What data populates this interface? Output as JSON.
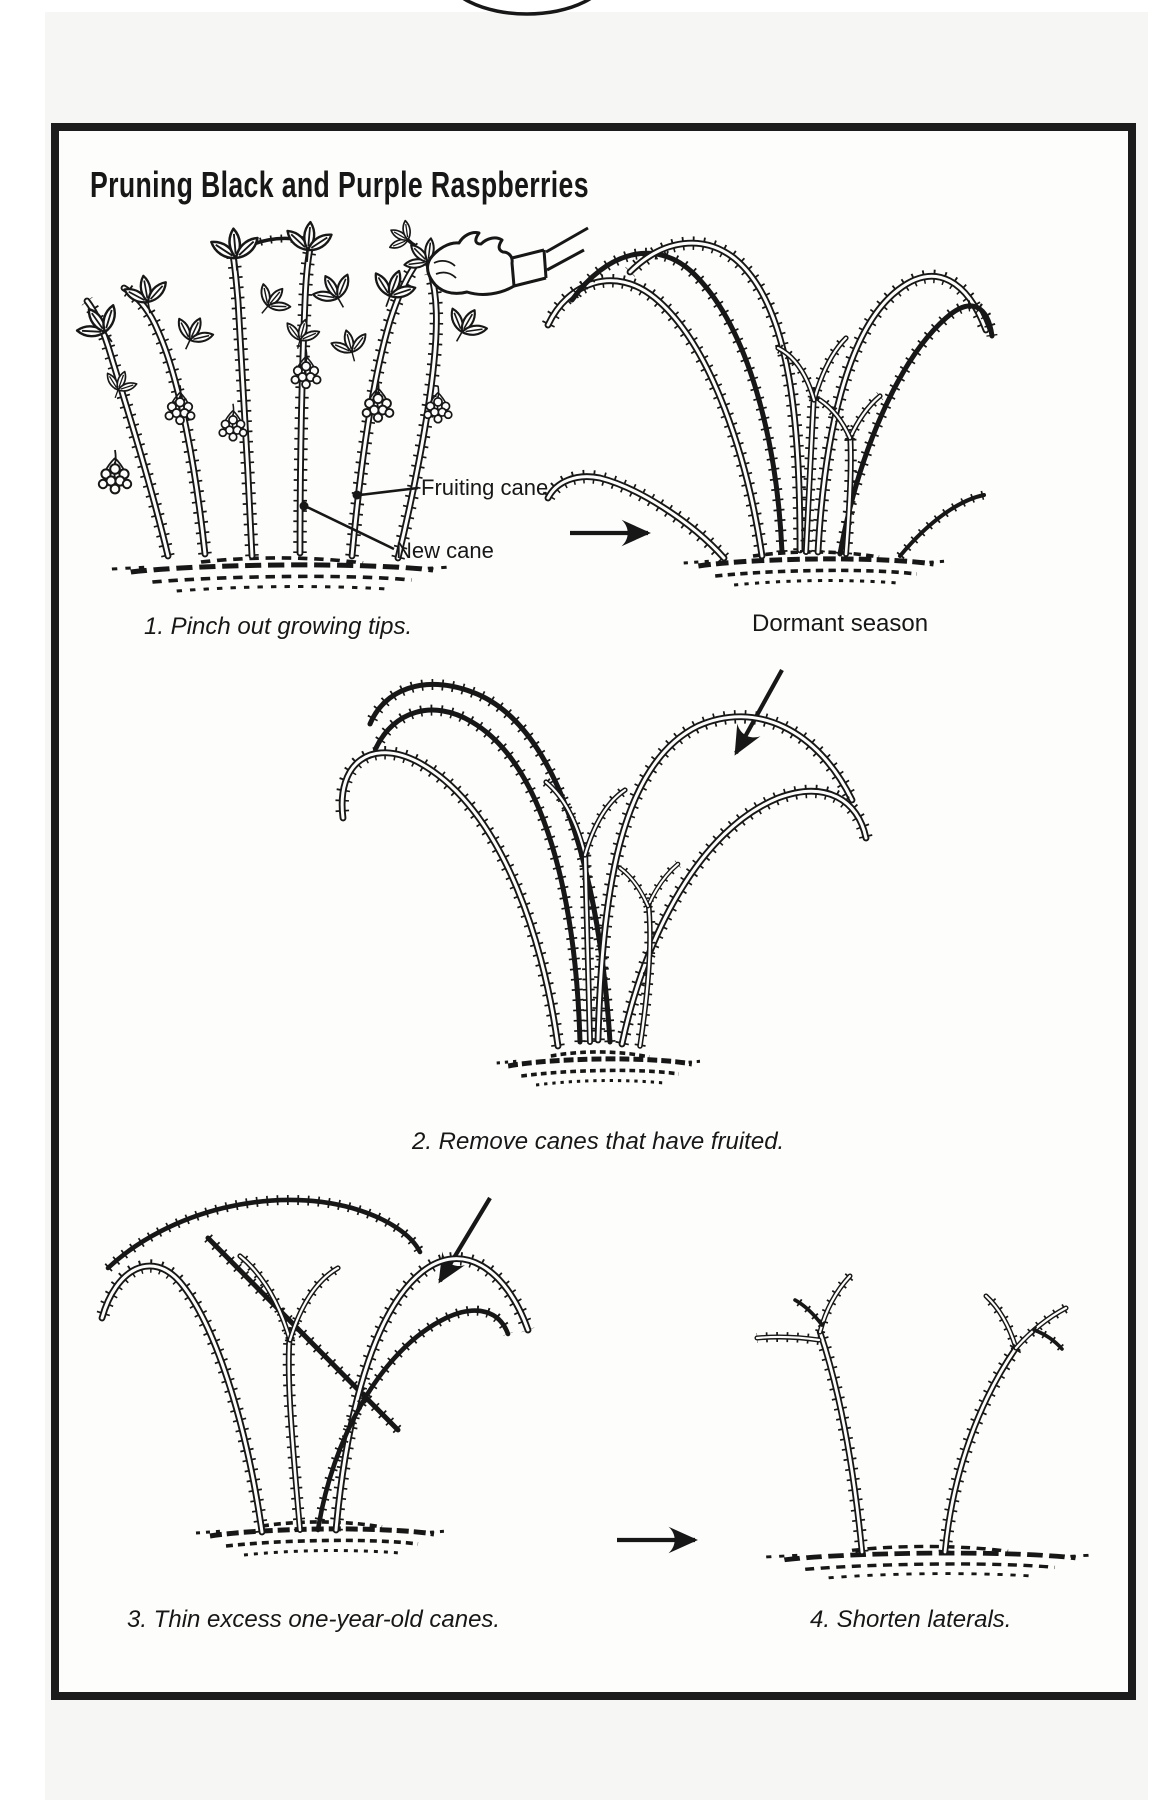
{
  "document": {
    "title": "Pruning Black and Purple Raspberries"
  },
  "figure": {
    "callouts": {
      "fruiting_cane": "Fruiting cane",
      "new_cane": "New cane"
    },
    "stage_label": "Dormant season",
    "captions": {
      "step1": "1. Pinch out growing tips.",
      "step2": "2. Remove canes that have fruited.",
      "step3": "3. Thin excess one-year-old canes.",
      "step4": "4. Shorten laterals."
    },
    "icons": {
      "step1_to_dormant": "arrow-right-icon",
      "dormant_to_step2": "arrow-down-left-icon",
      "step2_to_step3": "arrow-down-left-icon",
      "step3_to_step4": "arrow-right-icon",
      "top_edge": "partial-circle-decoration"
    },
    "colors": {
      "ink": "#171717",
      "paper": "#f6f6f4",
      "panel": "#fdfdfc",
      "frame": "#1c1c1c"
    }
  }
}
